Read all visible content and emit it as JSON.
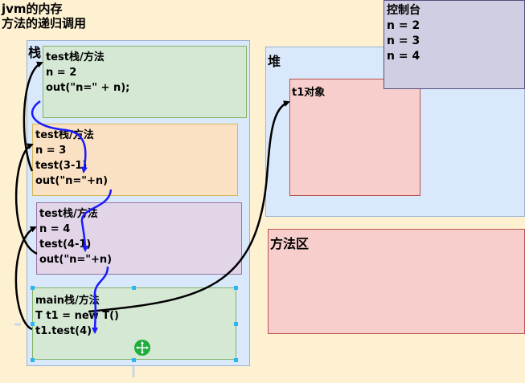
{
  "header": {
    "title_line1": "jvm的内存",
    "title_line2": "方法的递归调用"
  },
  "stack": {
    "label": "栈",
    "frames": [
      {
        "title": "test栈/方法",
        "lines": [
          "n = 2",
          "out(\"n=\" + n);"
        ]
      },
      {
        "title": "test栈/方法",
        "lines": [
          "n = 3",
          "test(3-1)",
          "out(\"n=\"+n)"
        ]
      },
      {
        "title": "test栈/方法",
        "lines": [
          "n = 4",
          "test(4-1)",
          "out(\"n=\"+n)"
        ]
      },
      {
        "title": "main栈/方法",
        "lines": [
          "T t1 = new T()",
          "t1.test(4)"
        ]
      }
    ]
  },
  "heap": {
    "label": "堆",
    "object_label": "t1对象"
  },
  "method_area": {
    "label": "方法区"
  },
  "console": {
    "title": "控制台",
    "lines": [
      "n = 2",
      "n = 3",
      "n = 4"
    ]
  },
  "colors": {
    "background": "#fdf1d1",
    "stack_area": "#dae8fb",
    "frame_green": "#d5e8d4",
    "frame_orange": "#fbe1c3",
    "frame_purple": "#e1d5e7",
    "object_red": "#f8cecc",
    "console_bg": "#d0cee2",
    "call_arrow": "#000000",
    "return_arrow": "#1a1aff",
    "selection": "#29b6f2",
    "move_handle": "#1fae3d"
  },
  "icons": {
    "move_handle": "move-arrows-icon"
  }
}
